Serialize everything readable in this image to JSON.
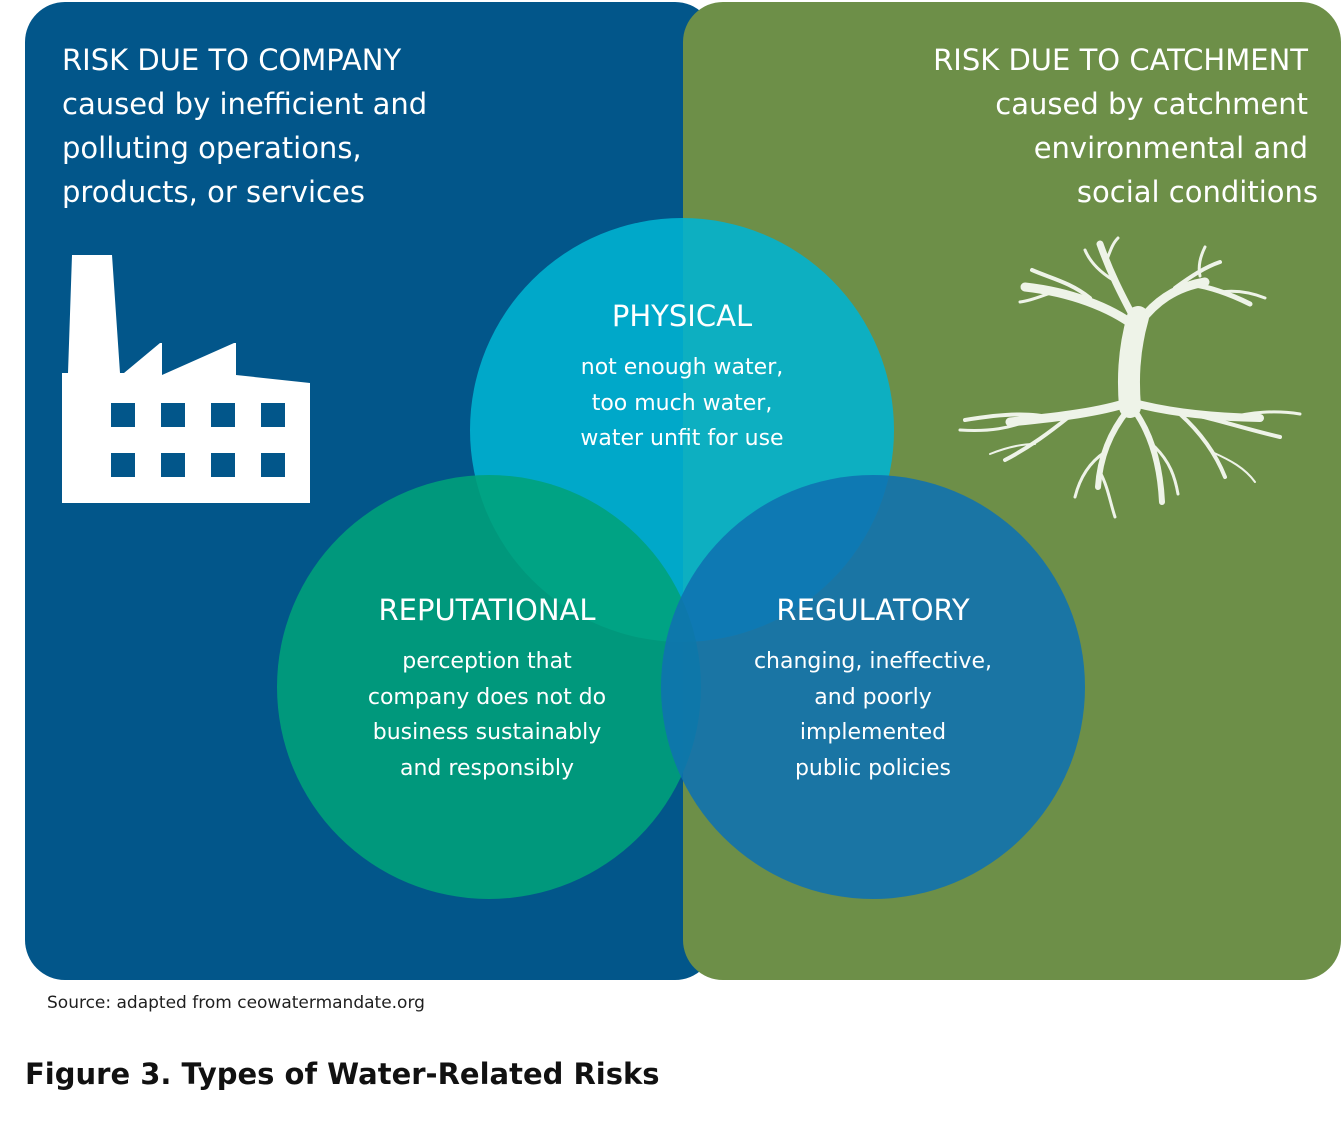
{
  "left_panel": {
    "title": "RISK DUE TO COMPANY",
    "lines": [
      "caused by inefficient and",
      "polluting operations,",
      "products, or services"
    ],
    "icon": "factory-icon",
    "color": "#02568a"
  },
  "right_panel": {
    "title": "RISK DUE TO CATCHMENT",
    "lines": [
      "caused by catchment",
      "environmental and",
      "social conditions"
    ],
    "icon": "tree-roots-icon",
    "color": "#6d8f48"
  },
  "circles": {
    "physical": {
      "title": "PHYSICAL",
      "lines": [
        "not enough water,",
        "too much water,",
        "water unfit for use"
      ],
      "color": "#00b4d2"
    },
    "reputational": {
      "title": "REPUTATIONAL",
      "lines": [
        "perception that",
        "company does not do",
        "business sustainably",
        "and responsibly"
      ],
      "color": "#00a27a"
    },
    "regulatory": {
      "title": "REGULATORY",
      "lines": [
        "changing, ineffective,",
        "and poorly",
        "implemented",
        "public policies"
      ],
      "color": "#0f72b0"
    }
  },
  "source": "Source: adapted from ceowatermandate.org",
  "caption": "Figure 3. Types of Water-Related Risks"
}
